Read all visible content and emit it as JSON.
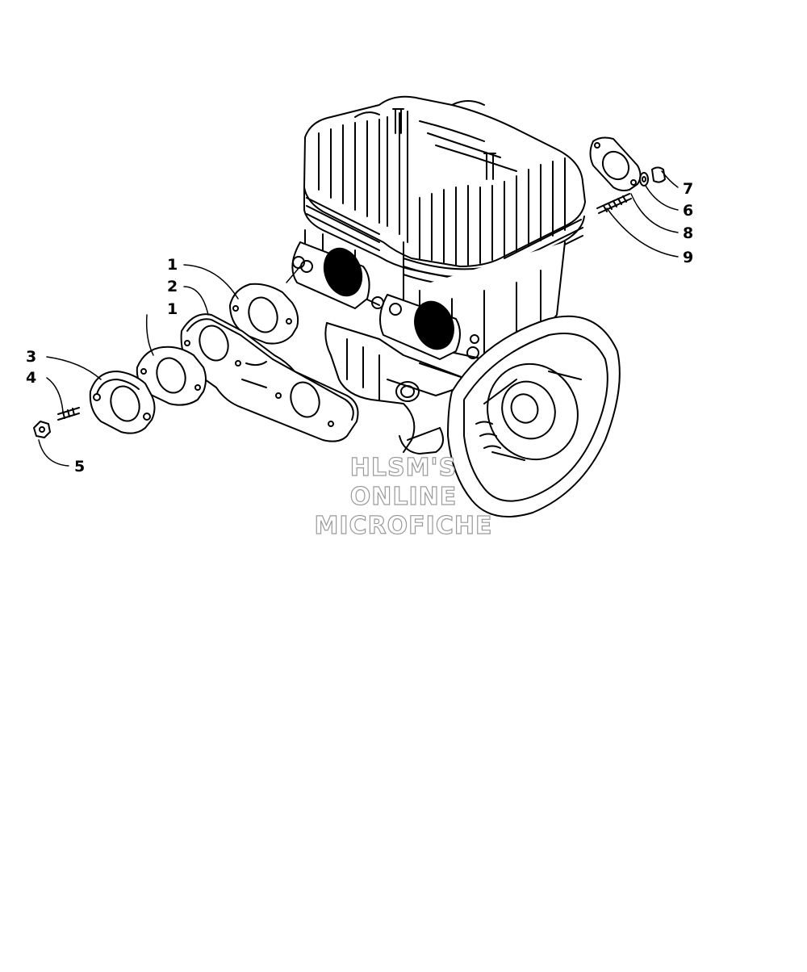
{
  "diagram": {
    "callouts": {
      "c1a": "1",
      "c1b": "1",
      "c2": "2",
      "c3": "3",
      "c4": "4",
      "c5": "5",
      "c6": "6",
      "c7": "7",
      "c8": "8",
      "c9": "9"
    },
    "watermark": {
      "line1": "HLSM'S",
      "line2": "ONLINE",
      "line3": "MICROFICHE",
      "color": "#9a9a9a"
    },
    "line_color": "#000000",
    "background": "#ffffff"
  }
}
